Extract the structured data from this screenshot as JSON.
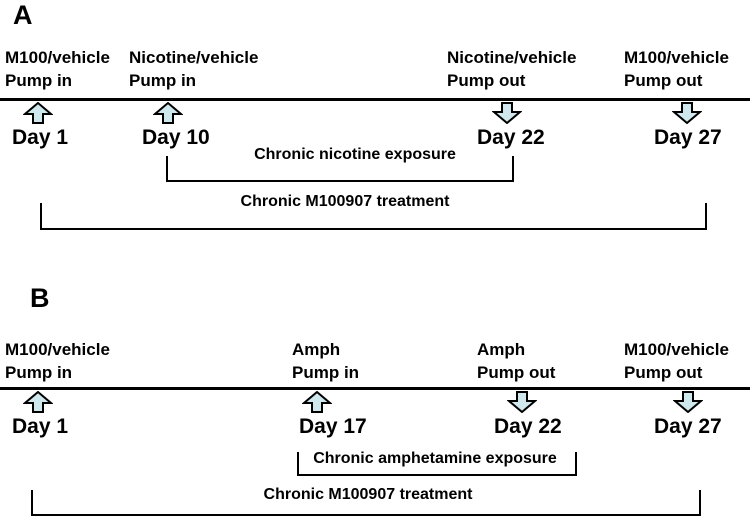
{
  "colors": {
    "arrow_fill": "#cfe8ee",
    "line": "#000000",
    "text": "#000000",
    "background": "#ffffff"
  },
  "panels": [
    {
      "letter": "A",
      "events": [
        {
          "line1": "M100/vehicle",
          "line2": "Pump in",
          "day": "Day 1",
          "direction": "up"
        },
        {
          "line1": "Nicotine/vehicle",
          "line2": "Pump in",
          "day": "Day 10",
          "direction": "up"
        },
        {
          "line1": "Nicotine/vehicle",
          "line2": "Pump out",
          "day": "Day 22",
          "direction": "down"
        },
        {
          "line1": "M100/vehicle",
          "line2": "Pump out",
          "day": "Day 27",
          "direction": "down"
        }
      ],
      "brackets": [
        {
          "label": "Chronic nicotine exposure",
          "from_day": "Day 10",
          "to_day": "Day 22"
        },
        {
          "label": "Chronic M100907 treatment",
          "from_day": "Day 1",
          "to_day": "Day 27"
        }
      ]
    },
    {
      "letter": "B",
      "events": [
        {
          "line1": "M100/vehicle",
          "line2": "Pump in",
          "day": "Day 1",
          "direction": "up"
        },
        {
          "line1": "Amph",
          "line2": "Pump in",
          "day": "Day 17",
          "direction": "up"
        },
        {
          "line1": "Amph",
          "line2": "Pump out",
          "day": "Day 22",
          "direction": "down"
        },
        {
          "line1": "M100/vehicle",
          "line2": "Pump out",
          "day": "Day 27",
          "direction": "down"
        }
      ],
      "brackets": [
        {
          "label": "Chronic amphetamine exposure",
          "from_day": "Day 17",
          "to_day": "Day 22"
        },
        {
          "label": "Chronic M100907 treatment",
          "from_day": "Day 1",
          "to_day": "Day 27"
        }
      ]
    }
  ]
}
